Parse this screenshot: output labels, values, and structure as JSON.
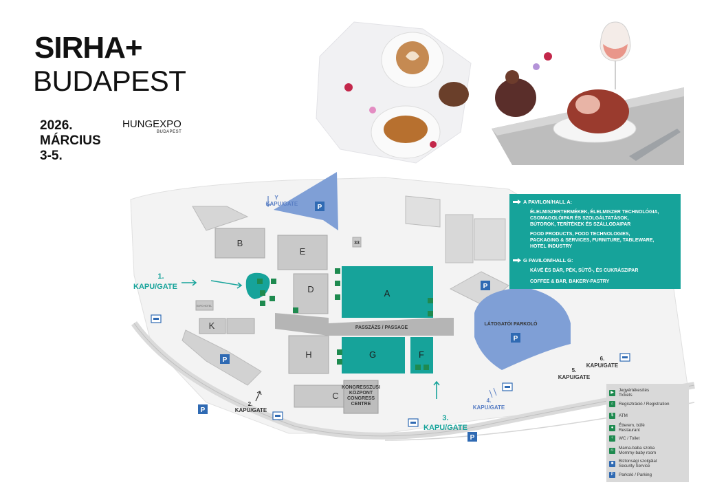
{
  "header": {
    "logo_line1": "SIRHA+",
    "logo_line2": "BUDAPEST",
    "date_line1": "2026.",
    "date_line2": "MÁRCIUS",
    "date_line3": "3-5.",
    "venue": "HUNGEXPO",
    "venue_sub": "BUDAPEST"
  },
  "halls": {
    "A": "A",
    "B": "B",
    "C": "C",
    "D": "D",
    "E": "E",
    "F": "F",
    "G": "G",
    "H": "H",
    "K": "K"
  },
  "map_labels": {
    "passage": "PASSZÁZS / PASSAGE",
    "congress_1": "KONGRESSZUSI",
    "congress_2": "KÖZPONT",
    "congress_3": "CONGRESS",
    "congress_4": "CENTRE",
    "visitor_parking": "LÁTOGATÓI PARKOLÓ",
    "expo_hotel": "EXPO HOTEL",
    "building_33": "33"
  },
  "gates": {
    "gate_y_1": "Y",
    "gate_y_2": "KAPU/GATE",
    "gate1_1": "1.",
    "gate1_2": "KAPU/GATE",
    "gate2_1": "2.",
    "gate2_2": "KAPU/GATE",
    "gate3_1": "3.",
    "gate3_2": "KAPU/GATE",
    "gate4_1": "4.",
    "gate4_2": "KAPU/GATE",
    "gate5_1": "5.",
    "gate5_2": "KAPU/GATE",
    "gate6_1": "6.",
    "gate6_2": "KAPU/GATE"
  },
  "info_panel": {
    "hall_a_title": "A PAVILON/HALL A:",
    "hall_a_hu_1": "ÉLELMISZERTERMÉKEK, ÉLELMISZER TECHNOLÓGIA,",
    "hall_a_hu_2": "CSOMAGOLÓIPAR ÉS SZOLGÁLTATÁSOK,",
    "hall_a_hu_3": "BÚTOROK, TERÍTÉKEK ÉS SZÁLLODAIPAR",
    "hall_a_en_1": "FOOD PRODUCTS, FOOD TECHNOLOGIES,",
    "hall_a_en_2": "PACKAGING & SERVICES, FURNITURE, TABLEWARE,",
    "hall_a_en_3": "HOTEL INDUSTRY",
    "hall_g_title": "G PAVILON/HALL G:",
    "hall_g_hu": "KÁVÉ ÉS BÁR, PÉK, SÜTŐ-, ÉS CUKRÁSZIPAR",
    "hall_g_en": "COFFEE & BAR, BAKERY-PASTRY"
  },
  "legend": [
    {
      "icon": "ticket-icon",
      "label_1": "Jegyértékesítés",
      "label_2": "Tickets"
    },
    {
      "icon": "registration-icon",
      "label_1": "Regisztráció / Registration",
      "label_2": ""
    },
    {
      "icon": "atm-icon",
      "label_1": "ATM",
      "label_2": ""
    },
    {
      "icon": "restaurant-icon",
      "label_1": "Étterem, büfé",
      "label_2": "Restaurant"
    },
    {
      "icon": "wc-icon",
      "label_1": "WC / Toilet",
      "label_2": ""
    },
    {
      "icon": "baby-room-icon",
      "label_1": "Mama-baba szoba",
      "label_2": "Mommy-baby room"
    },
    {
      "icon": "security-icon",
      "label_1": "Biztonsági szolgálat",
      "label_2": "Security Service"
    },
    {
      "icon": "parking-icon",
      "label_1": "Parkoló / Parking",
      "label_2": ""
    }
  ],
  "parking_symbol": "P",
  "colors": {
    "teal": "#16a39a",
    "parking_blue": "#2f6ab3",
    "parking_area": "#7f9fd6",
    "building_gray": "#c9c9c9"
  }
}
